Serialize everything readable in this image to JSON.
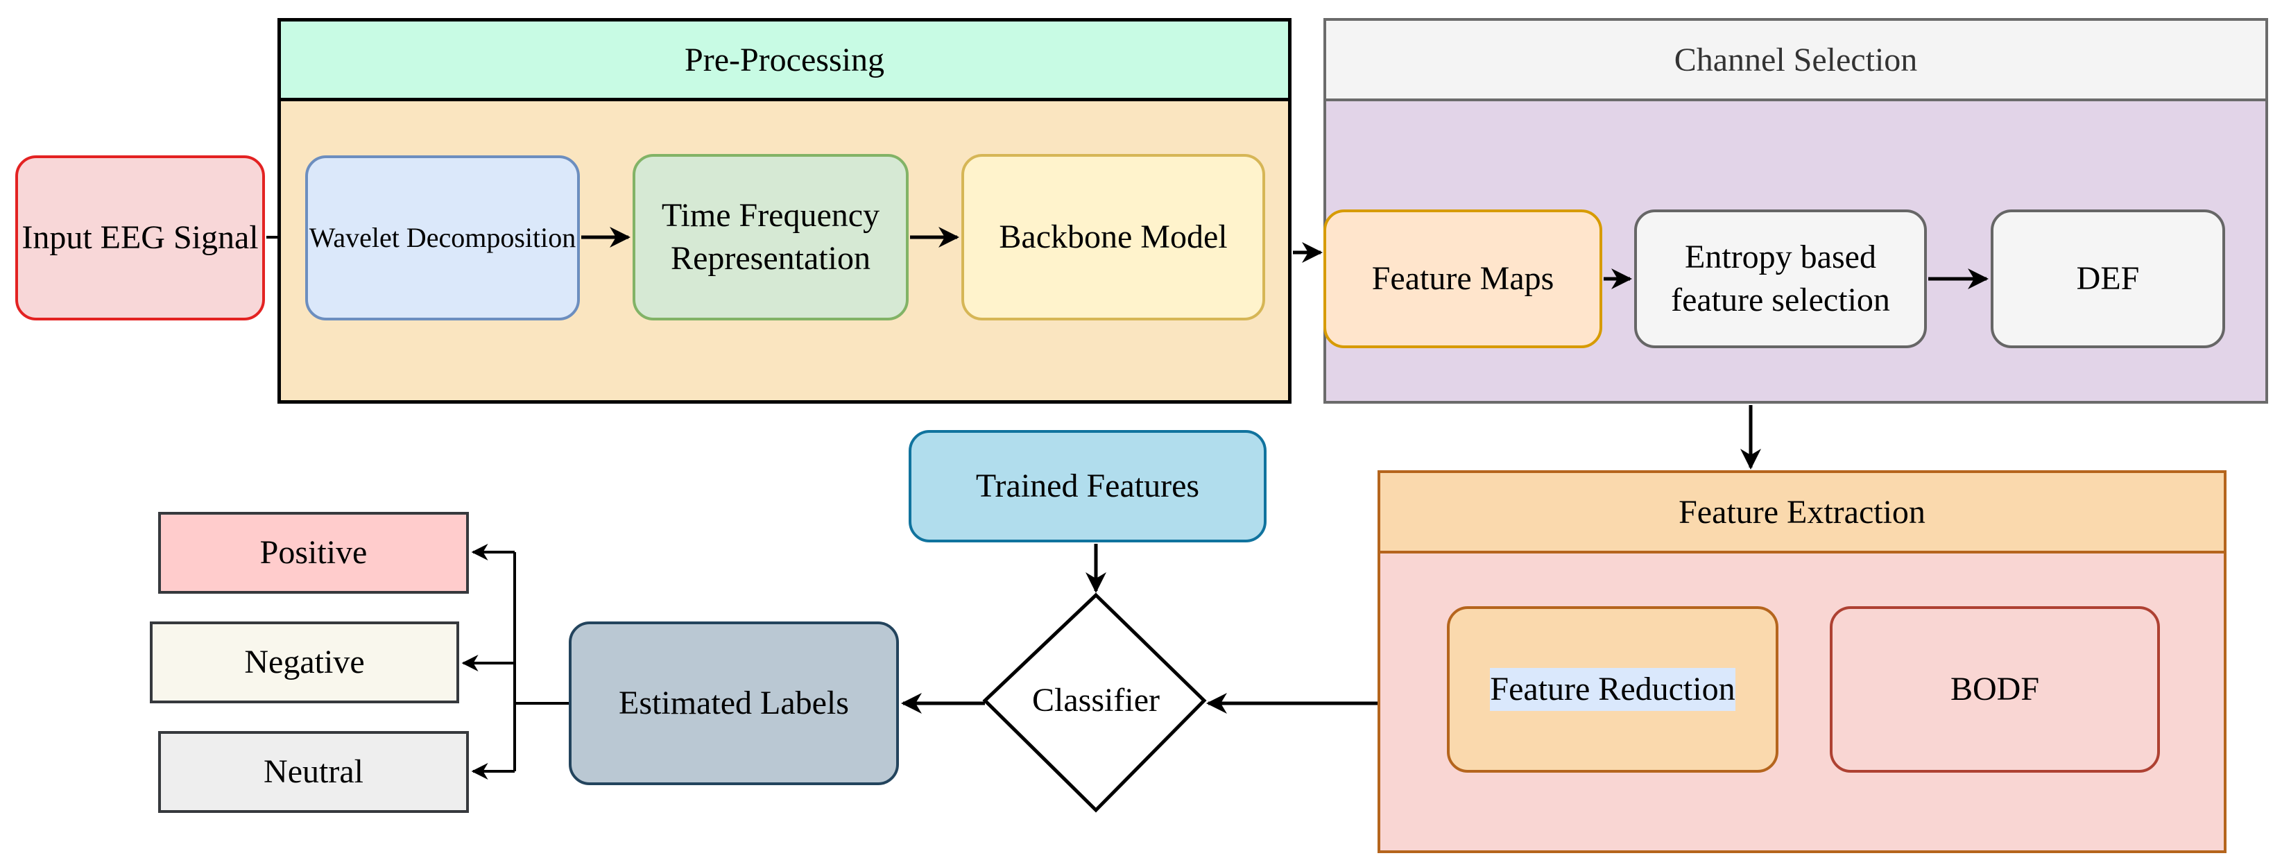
{
  "pre_processing": {
    "header": "Pre-Processing",
    "wavelet": "Wavelet Decomposition",
    "tfr": "Time Frequency Representation",
    "backbone": "Backbone Model"
  },
  "input": "Input EEG Signal",
  "channel_selection": {
    "header": "Channel Selection",
    "feature_maps": "Feature Maps",
    "entropy": "Entropy based feature selection",
    "def": "DEF"
  },
  "feature_extraction": {
    "header": "Feature Extraction",
    "feature_reduction": "Feature Reduction",
    "bodf": "BODF"
  },
  "trained_features": "Trained Features",
  "classifier": "Classifier",
  "estimated_labels": "Estimated Labels",
  "outputs": {
    "positive": "Positive",
    "negative": "Negative",
    "neutral": "Neutral"
  }
}
